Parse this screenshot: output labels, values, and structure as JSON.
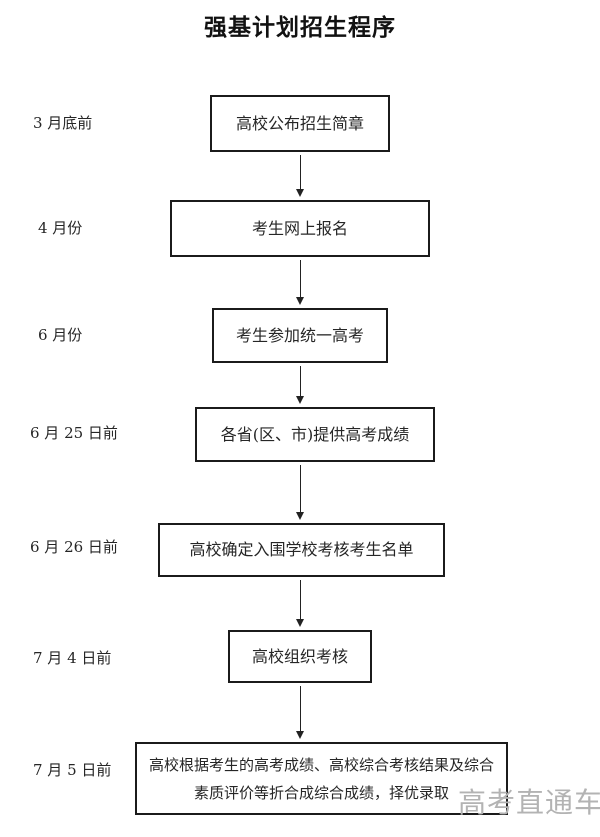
{
  "flowchart": {
    "title": "强基计划招生程序",
    "steps": [
      {
        "time": "3 月底前",
        "action": "高校公布招生简章"
      },
      {
        "time": "4 月份",
        "action": "考生网上报名"
      },
      {
        "time": "6 月份",
        "action": "考生参加统一高考"
      },
      {
        "time": "6 月 25 日前",
        "action": "各省(区、市)提供高考成绩"
      },
      {
        "time": "6 月 26 日前",
        "action": "高校确定入围学校考核考生名单"
      },
      {
        "time": "7 月 4 日前",
        "action": "高校组织考核"
      },
      {
        "time": "7 月 5 日前",
        "action": "高校根据考生的高考成绩、高校综合考核结果及综合素质评价等折合成综合成绩，择优录取"
      }
    ],
    "watermark": "高考直通车",
    "colors": {
      "background": "#ffffff",
      "box_border": "#1b1b1b",
      "text": "#262626",
      "watermark": "#b3b3b3"
    }
  }
}
